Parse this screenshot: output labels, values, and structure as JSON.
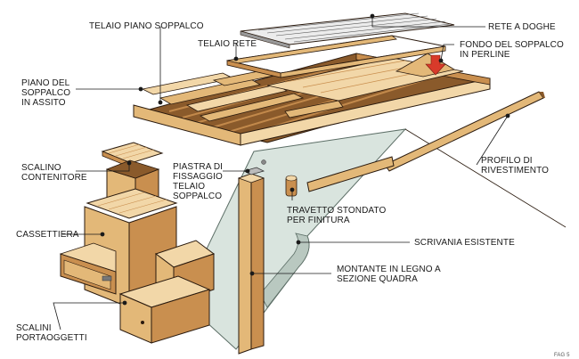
{
  "labels": {
    "rete_a_doghe": "RETE A DOGHE",
    "telaio_piano_soppalco": "TELAIO PIANO SOPPALCO",
    "telaio_rete": "TELAIO RETE",
    "fondo_soppalco": "FONDO DEL SOPPALCO\nIN PERLINE",
    "piano_soppalco": "PIANO DEL\nSOPPALCO\nIN ASSITO",
    "scalino_contenitore": "SCALINO\nCONTENITORE",
    "piastra_fissaggio": "PIASTRA DI\nFISSAGGIO\nTELAIO\nSOPPALCO",
    "profilo_rivestimento": "PROFILO DI\nRIVESTIMENTO",
    "travetto_stondato": "TRAVETTO STONDATO\nPER FINITURA",
    "cassettiera": "CASSETTIERA",
    "scrivania_esistente": "SCRIVANIA ESISTENTE",
    "montante_legno": "MONTANTE IN LEGNO A\nSEZIONE QUADRA",
    "scalini_portaoggetti": "SCALINI\nPORTAOGGETTI",
    "fig_code": "FAG 5"
  },
  "colors": {
    "wood_light": "#f2d7a8",
    "wood_mid": "#e3b878",
    "wood_dark": "#c98f4f",
    "wood_deep": "#8a5a2b",
    "desk": "#d9e4de",
    "outline": "#2a1a0e",
    "leader": "#1a1a1a"
  }
}
